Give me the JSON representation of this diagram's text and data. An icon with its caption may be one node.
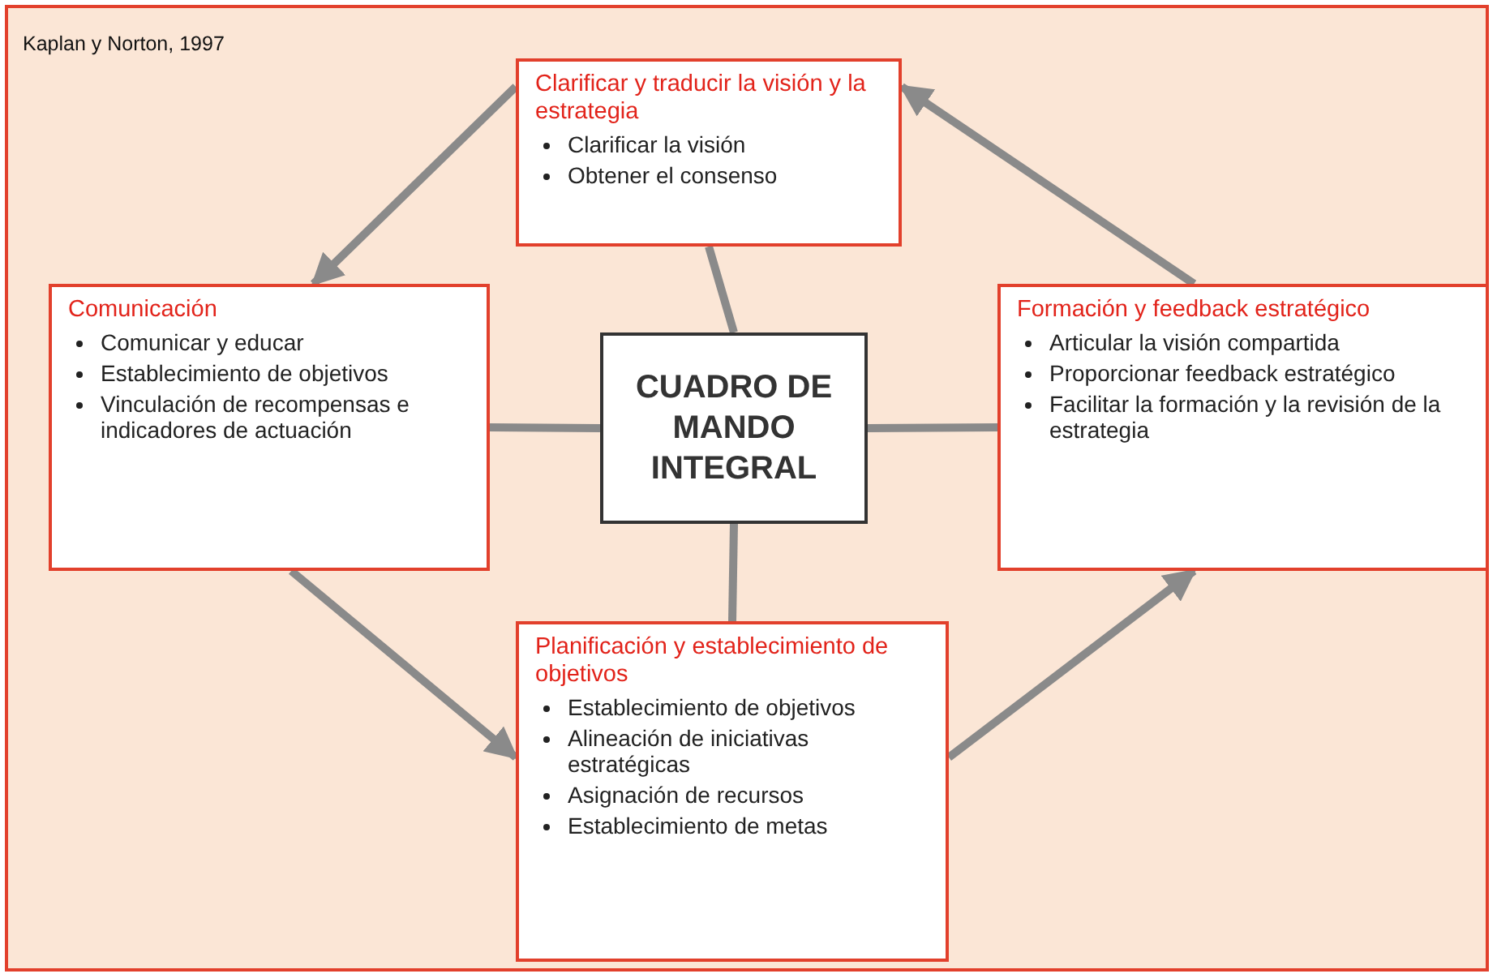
{
  "diagram": {
    "nodes": [
      {
        "text": [
          "Clarificar y traducir la visión y la estrategia",
          "Clarificar la visión",
          "Obtener el consenso"
        ]
      },
      {
        "text": [
          "Comunicación",
          "Comunicar y educar",
          "Establecimiento de objetivos",
          "Vinculación de recompensas e indicadores de actuación"
        ]
      },
      {
        "text": [
          "CUADRO DE MANDO INTEGRAL"
        ]
      },
      {
        "text": [
          "Formación y feedback estratégico",
          "Articular la visión compartida",
          "Proporcionar feedback estratégico",
          "Facilitar la formación y la revisión de la estrategia"
        ]
      },
      {
        "text": [
          "Planificación y establecimiento de objetivos",
          "Establecimiento de objetivos",
          "Alineación de iniciativas estratégicas",
          "Asignación de recursos",
          "Establecimiento de metas"
        ]
      }
    ],
    "edges": [
      {
        "from": 0,
        "to": 1,
        "arrow": "to"
      },
      {
        "from": 1,
        "to": 4,
        "arrow": "to"
      },
      {
        "from": 4,
        "to": 3,
        "arrow": "to"
      },
      {
        "from": 3,
        "to": 0,
        "arrow": "to"
      },
      {
        "from": 2,
        "to": 0,
        "arrow": "none"
      },
      {
        "from": 2,
        "to": 1,
        "arrow": "none"
      },
      {
        "from": 2,
        "to": 3,
        "arrow": "none"
      },
      {
        "from": 2,
        "to": 4,
        "arrow": "none"
      }
    ],
    "labels": [
      "Kaplan y Norton, 1997"
    ]
  }
}
